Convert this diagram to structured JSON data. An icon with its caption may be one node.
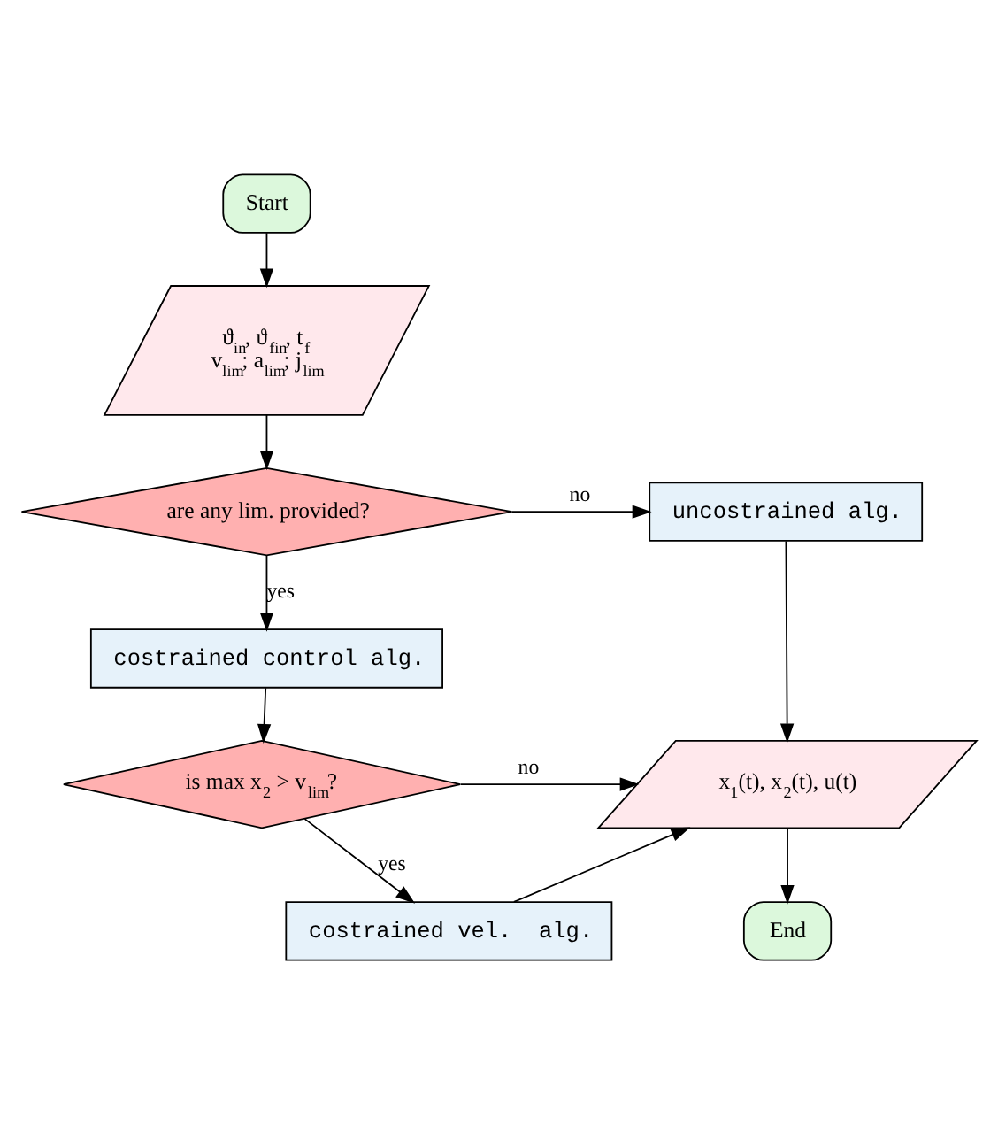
{
  "diagram": {
    "nodes": [
      {
        "text": [
          "Start"
        ]
      },
      {
        "text": [
          "ϑ$_{in}$, ϑ$_{fin}$, t$_{f}$",
          "v$_{lim}$; a$_{lim}$; j$_{lim}$"
        ]
      },
      {
        "text": [
          "are any lim. provided?"
        ]
      },
      {
        "text": [
          "uncostrained alg."
        ]
      },
      {
        "text": [
          "costrained control alg."
        ]
      },
      {
        "text": [
          "is max x$_{2}$ > v$_{lim}$?"
        ]
      },
      {
        "text": [
          "x$_{1}$(t), x$_{2}$(t), u(t)"
        ]
      },
      {
        "text": [
          "costrained vel.  alg."
        ]
      },
      {
        "text": [
          "End"
        ]
      }
    ],
    "edges": [
      {
        "from": 0,
        "to": 1,
        "arrow": "to"
      },
      {
        "from": 1,
        "to": 2,
        "arrow": "to"
      },
      {
        "from": 2,
        "to": 3,
        "arrow": "to",
        "label": "no"
      },
      {
        "from": 2,
        "to": 4,
        "arrow": "to",
        "label": "yes"
      },
      {
        "from": 3,
        "to": 6,
        "arrow": "to"
      },
      {
        "from": 4,
        "to": 5,
        "arrow": "to"
      },
      {
        "from": 5,
        "to": 6,
        "arrow": "to",
        "label": "no"
      },
      {
        "from": 5,
        "to": 7,
        "arrow": "to",
        "label": "yes"
      },
      {
        "from": 7,
        "to": 6,
        "arrow": "to"
      },
      {
        "from": 6,
        "to": 8,
        "arrow": "to"
      }
    ]
  }
}
